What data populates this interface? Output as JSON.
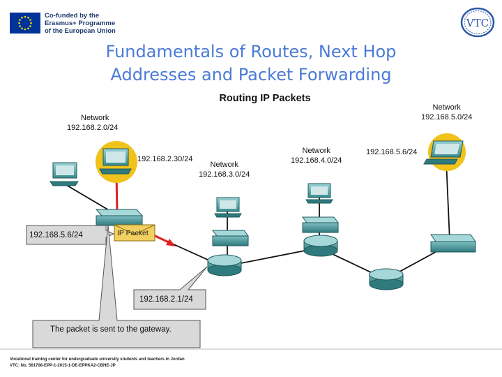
{
  "header": {
    "eu_text": [
      "Co-funded by the",
      "Erasmus+ Programme",
      "of the European Union"
    ],
    "logo_text": "VTC"
  },
  "title": [
    "Fundamentals of Routes, Next Hop",
    "Addresses and Packet Forwarding"
  ],
  "diagram": {
    "title": "Routing IP Packets",
    "networks": [
      {
        "label": "Network",
        "address": "192.168.2.0/24"
      },
      {
        "label": "Network",
        "address": "192.168.3.0/24"
      },
      {
        "label": "Network",
        "address": "192.168.4.0/24"
      },
      {
        "label": "Network",
        "address": "192.168.5.0/24"
      }
    ],
    "host_ips": {
      "source": "192.168.2.30/24",
      "destination": "192.168.5.6/24"
    },
    "packet_label": "IP Packet",
    "callouts": {
      "packet_destination": "192.168.5.6/24",
      "gateway": "192.168.2.1/24",
      "message": "The packet is sent to the gateway."
    },
    "colors": {
      "highlight": "#f0c21a",
      "packet_path": "#e02020",
      "device": "#3a8a8c",
      "packet": "#f2d060"
    }
  },
  "footer": [
    "Vocational training center for undergraduate university students and teachers in Jordan",
    "VTC: No. 561708-EPP-1-2015-1-DE-EPPKA2-CBHE-JP"
  ]
}
